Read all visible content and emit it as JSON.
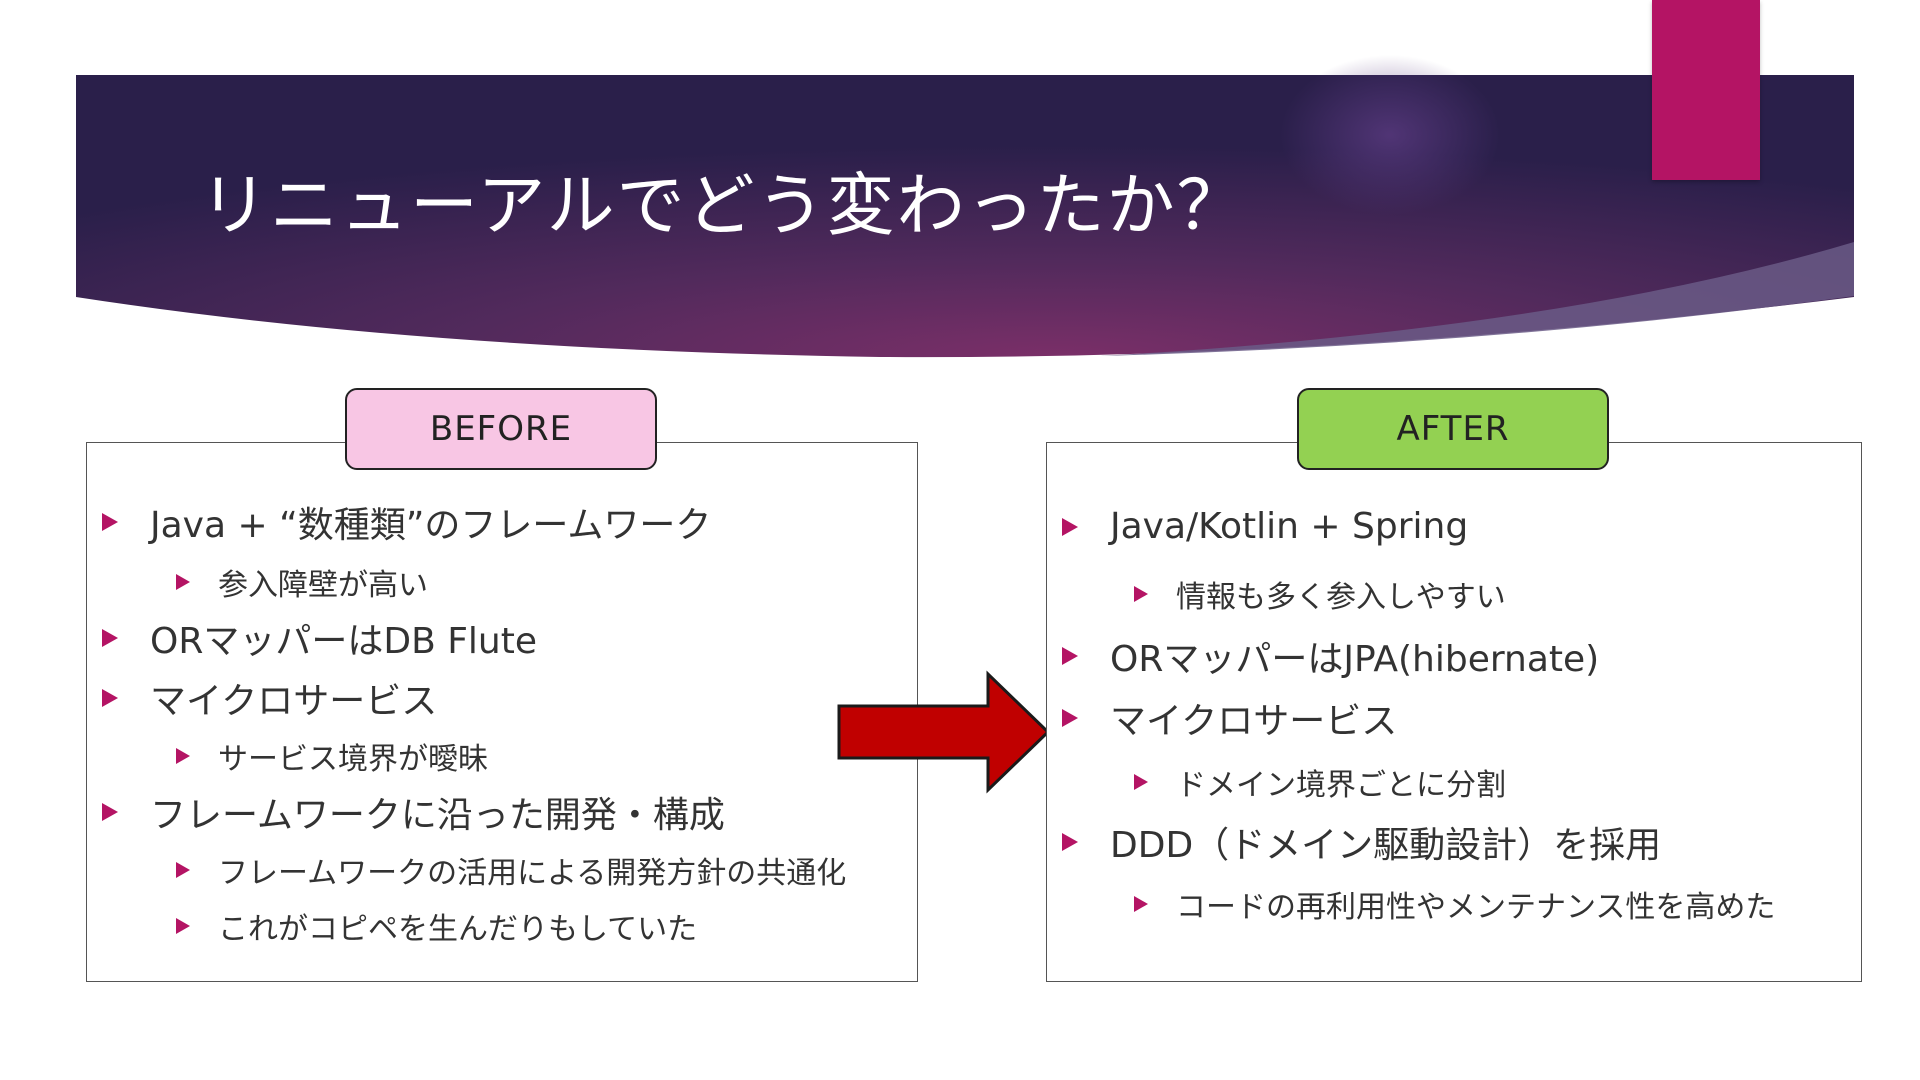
{
  "slide": {
    "title": "リニューアルでどう変わったか？",
    "colors": {
      "accent": "#b41464",
      "banner_dark": "#2a1f4a",
      "banner_mid": "#6b2d63",
      "before_label_bg": "#f8c6e4",
      "after_label_bg": "#93d152",
      "arrow": "#c00000"
    }
  },
  "before": {
    "label": "BEFORE",
    "items": [
      {
        "level": 1,
        "text": "Java + “数種類”のフレームワーク"
      },
      {
        "level": 2,
        "text": "参入障壁が高い"
      },
      {
        "level": 1,
        "text": "ORマッパーはDB Flute"
      },
      {
        "level": 1,
        "text": "マイクロサービス"
      },
      {
        "level": 2,
        "text": "サービス境界が曖昧"
      },
      {
        "level": 1,
        "text": "フレームワークに沿った開発・構成"
      },
      {
        "level": 2,
        "text": "フレームワークの活用による開発方針の共通化"
      },
      {
        "level": 2,
        "text": "これがコピペを生んだりもしていた"
      }
    ]
  },
  "after": {
    "label": "AFTER",
    "items": [
      {
        "level": 1,
        "text": "Java/Kotlin + Spring"
      },
      {
        "level": 2,
        "text": "情報も多く参入しやすい"
      },
      {
        "level": 1,
        "text": "ORマッパーはJPA(hibernate)"
      },
      {
        "level": 1,
        "text": "マイクロサービス"
      },
      {
        "level": 2,
        "text": "ドメイン境界ごとに分割"
      },
      {
        "level": 1,
        "text": "DDD（ドメイン駆動設計）を採用"
      },
      {
        "level": 2,
        "text": "コードの再利用性やメンテナンス性を高めた"
      }
    ]
  }
}
